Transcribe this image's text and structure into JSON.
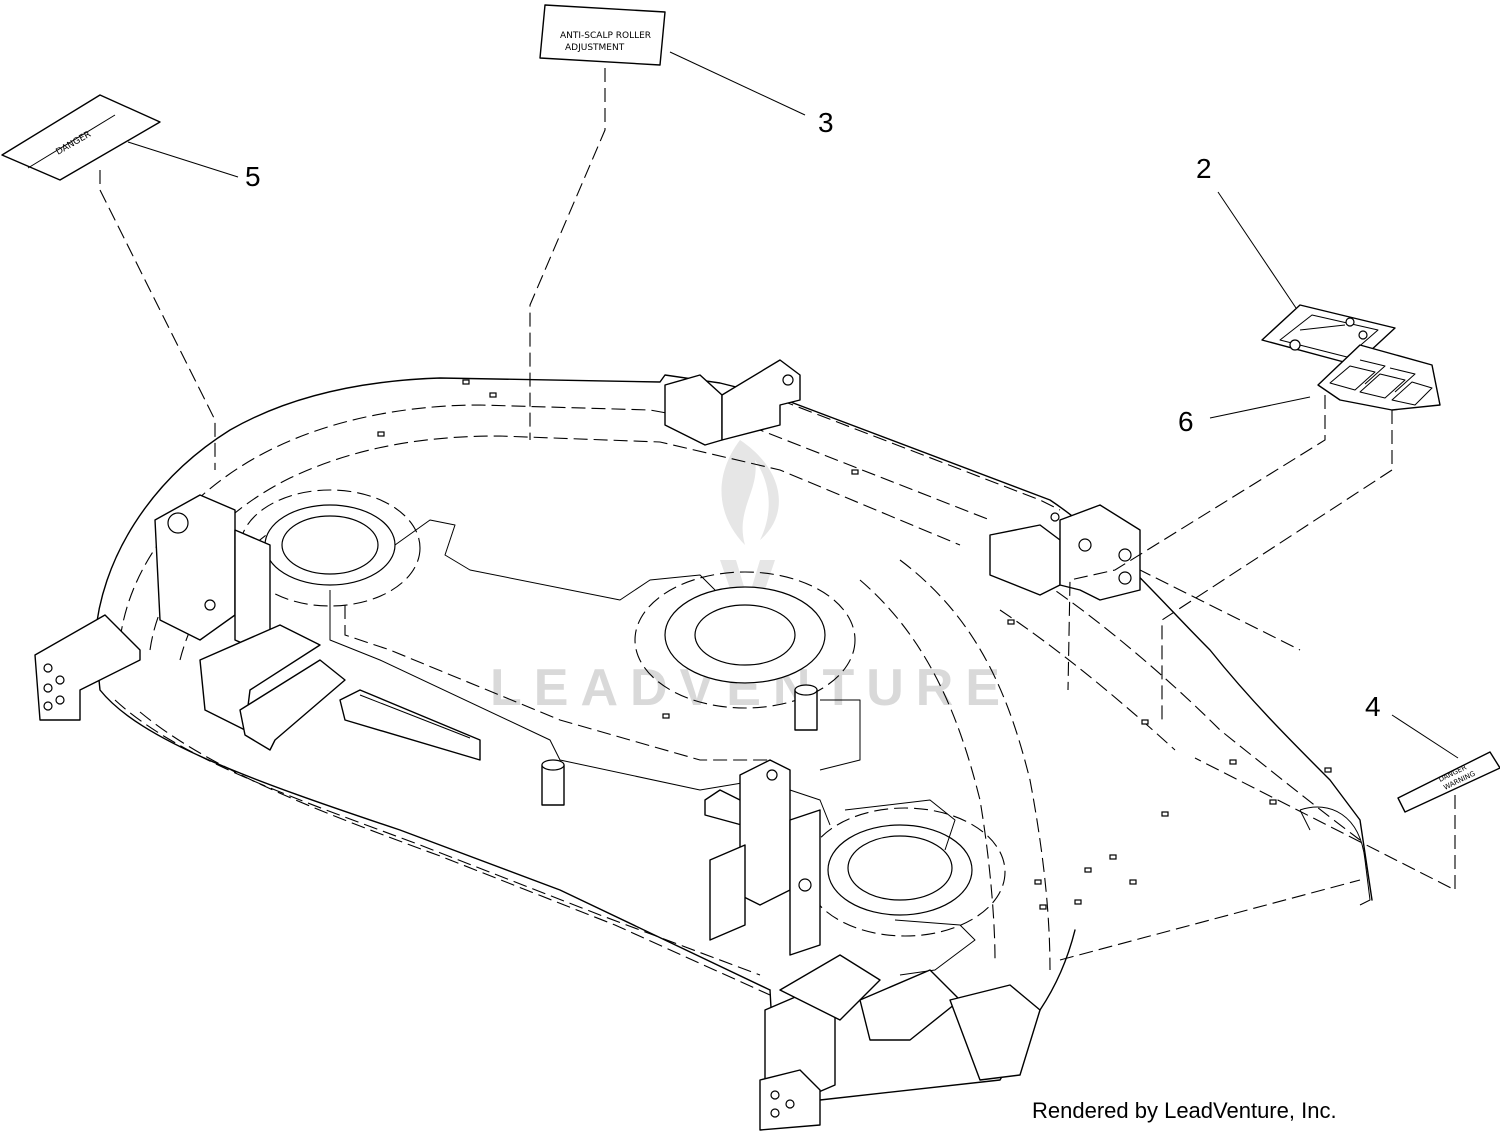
{
  "callouts": [
    {
      "id": "2",
      "label": "2"
    },
    {
      "id": "3",
      "label": "3"
    },
    {
      "id": "4",
      "label": "4"
    },
    {
      "id": "5",
      "label": "5"
    },
    {
      "id": "6",
      "label": "6"
    }
  ],
  "decals": {
    "danger_label": "DANGER",
    "antiscalp_line1": "ANTI-SCALP ROLLER",
    "antiscalp_line2": "ADJUSTMENT",
    "small_decal_line1": "DANGER",
    "small_decal_line2": "WARNING"
  },
  "watermark": "LEADVENTURE",
  "credit": "Rendered by LeadVenture, Inc."
}
